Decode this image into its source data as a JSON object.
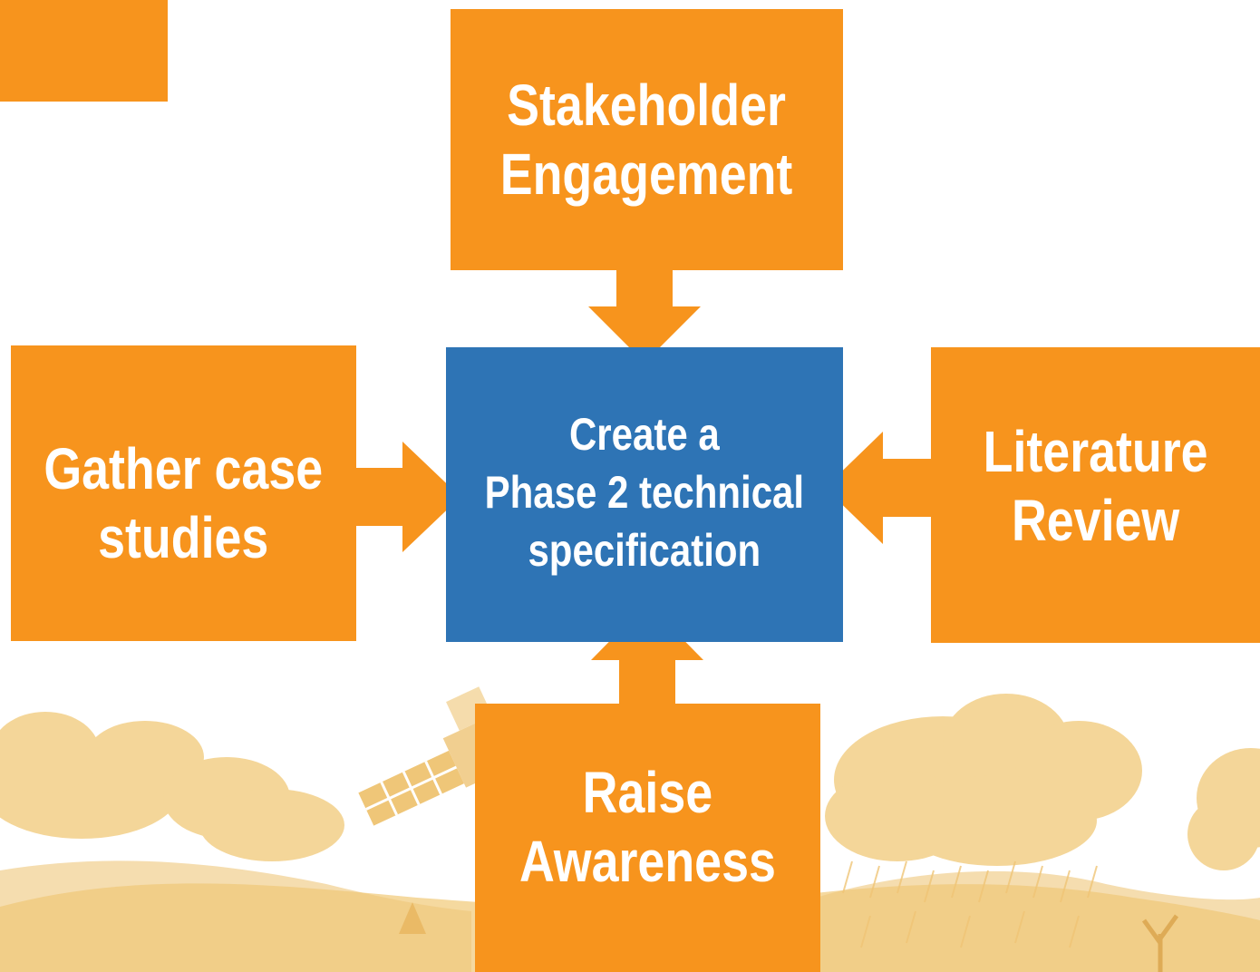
{
  "colors": {
    "orange": "#F7941D",
    "blue": "#2E74B5",
    "background_art": "#F3D28E",
    "text": "#FFFFFF"
  },
  "center": {
    "label_lines": [
      "Create a",
      "Phase 2 technical",
      "specification"
    ]
  },
  "inputs": {
    "top": {
      "label_lines": [
        "Stakeholder",
        "Engagement"
      ]
    },
    "left": {
      "label_lines": [
        "Gather case",
        "studies"
      ]
    },
    "right": {
      "label_lines": [
        "Literature",
        "Review"
      ]
    },
    "bottom": {
      "label_lines": [
        "Raise",
        "Awareness"
      ]
    }
  },
  "connectors": [
    {
      "from": "top",
      "to": "center"
    },
    {
      "from": "left",
      "to": "center"
    },
    {
      "from": "right",
      "to": "center"
    },
    {
      "from": "bottom",
      "to": "center"
    }
  ],
  "background_illustration": [
    "clouds",
    "satellite",
    "rain",
    "hills",
    "trees"
  ]
}
